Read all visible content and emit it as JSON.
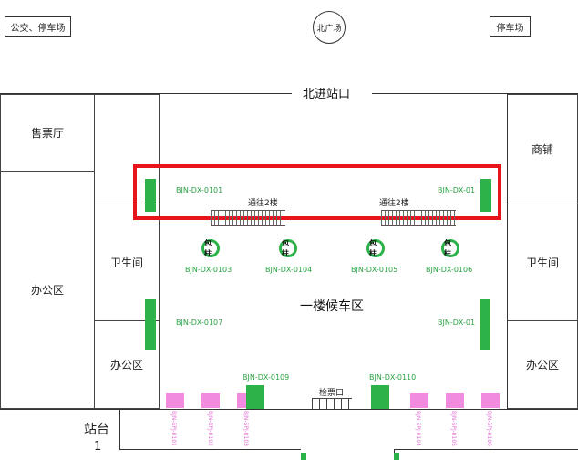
{
  "top": {
    "bus_parking": "公交、停车场",
    "north_square": "北广场",
    "parking": "停车场",
    "north_entrance": "北进站口"
  },
  "rooms": {
    "ticket_hall": "售票厅",
    "office_left_main": "办公区",
    "restroom_left": "卫生间",
    "office_left_small": "办公区",
    "shop": "商铺",
    "restroom_right": "卫生间",
    "office_right": "办公区"
  },
  "hall": {
    "waiting_area": "一楼候车区",
    "stairs_left": "通往2楼",
    "stairs_right": "通往2楼",
    "ticket_gate": "检票口"
  },
  "ad_spots": {
    "top_left": "BJN-DX-0101",
    "top_right": "BJN-DX-01",
    "mid_left": "BJN-DX-0107",
    "mid_right": "BJN-DX-01",
    "bottom_left": "BJN-DX-0109",
    "bottom_right": "BJN-DX-0110"
  },
  "pillars": [
    {
      "badge": "包柱",
      "code": "BJN-DX-0103"
    },
    {
      "badge": "包柱",
      "code": "BJN-DX-0104"
    },
    {
      "badge": "包柱",
      "code": "BJN-DX-0105"
    },
    {
      "badge": "包柱",
      "code": "BJN-DX-0106"
    }
  ],
  "platform": {
    "label": "站台",
    "number": "1",
    "spots": [
      "BJN-SPJ-0101",
      "BJN-SPJ-0102",
      "BJN-SPJ-0103",
      "BJN-SPJ-0104",
      "BJN-SPJ-0105",
      "BJN-SPJ-0106"
    ]
  },
  "colors": {
    "ad_green": "#2db24a",
    "platform_pink": "#f08be0",
    "highlight_red": "#e8141b"
  }
}
